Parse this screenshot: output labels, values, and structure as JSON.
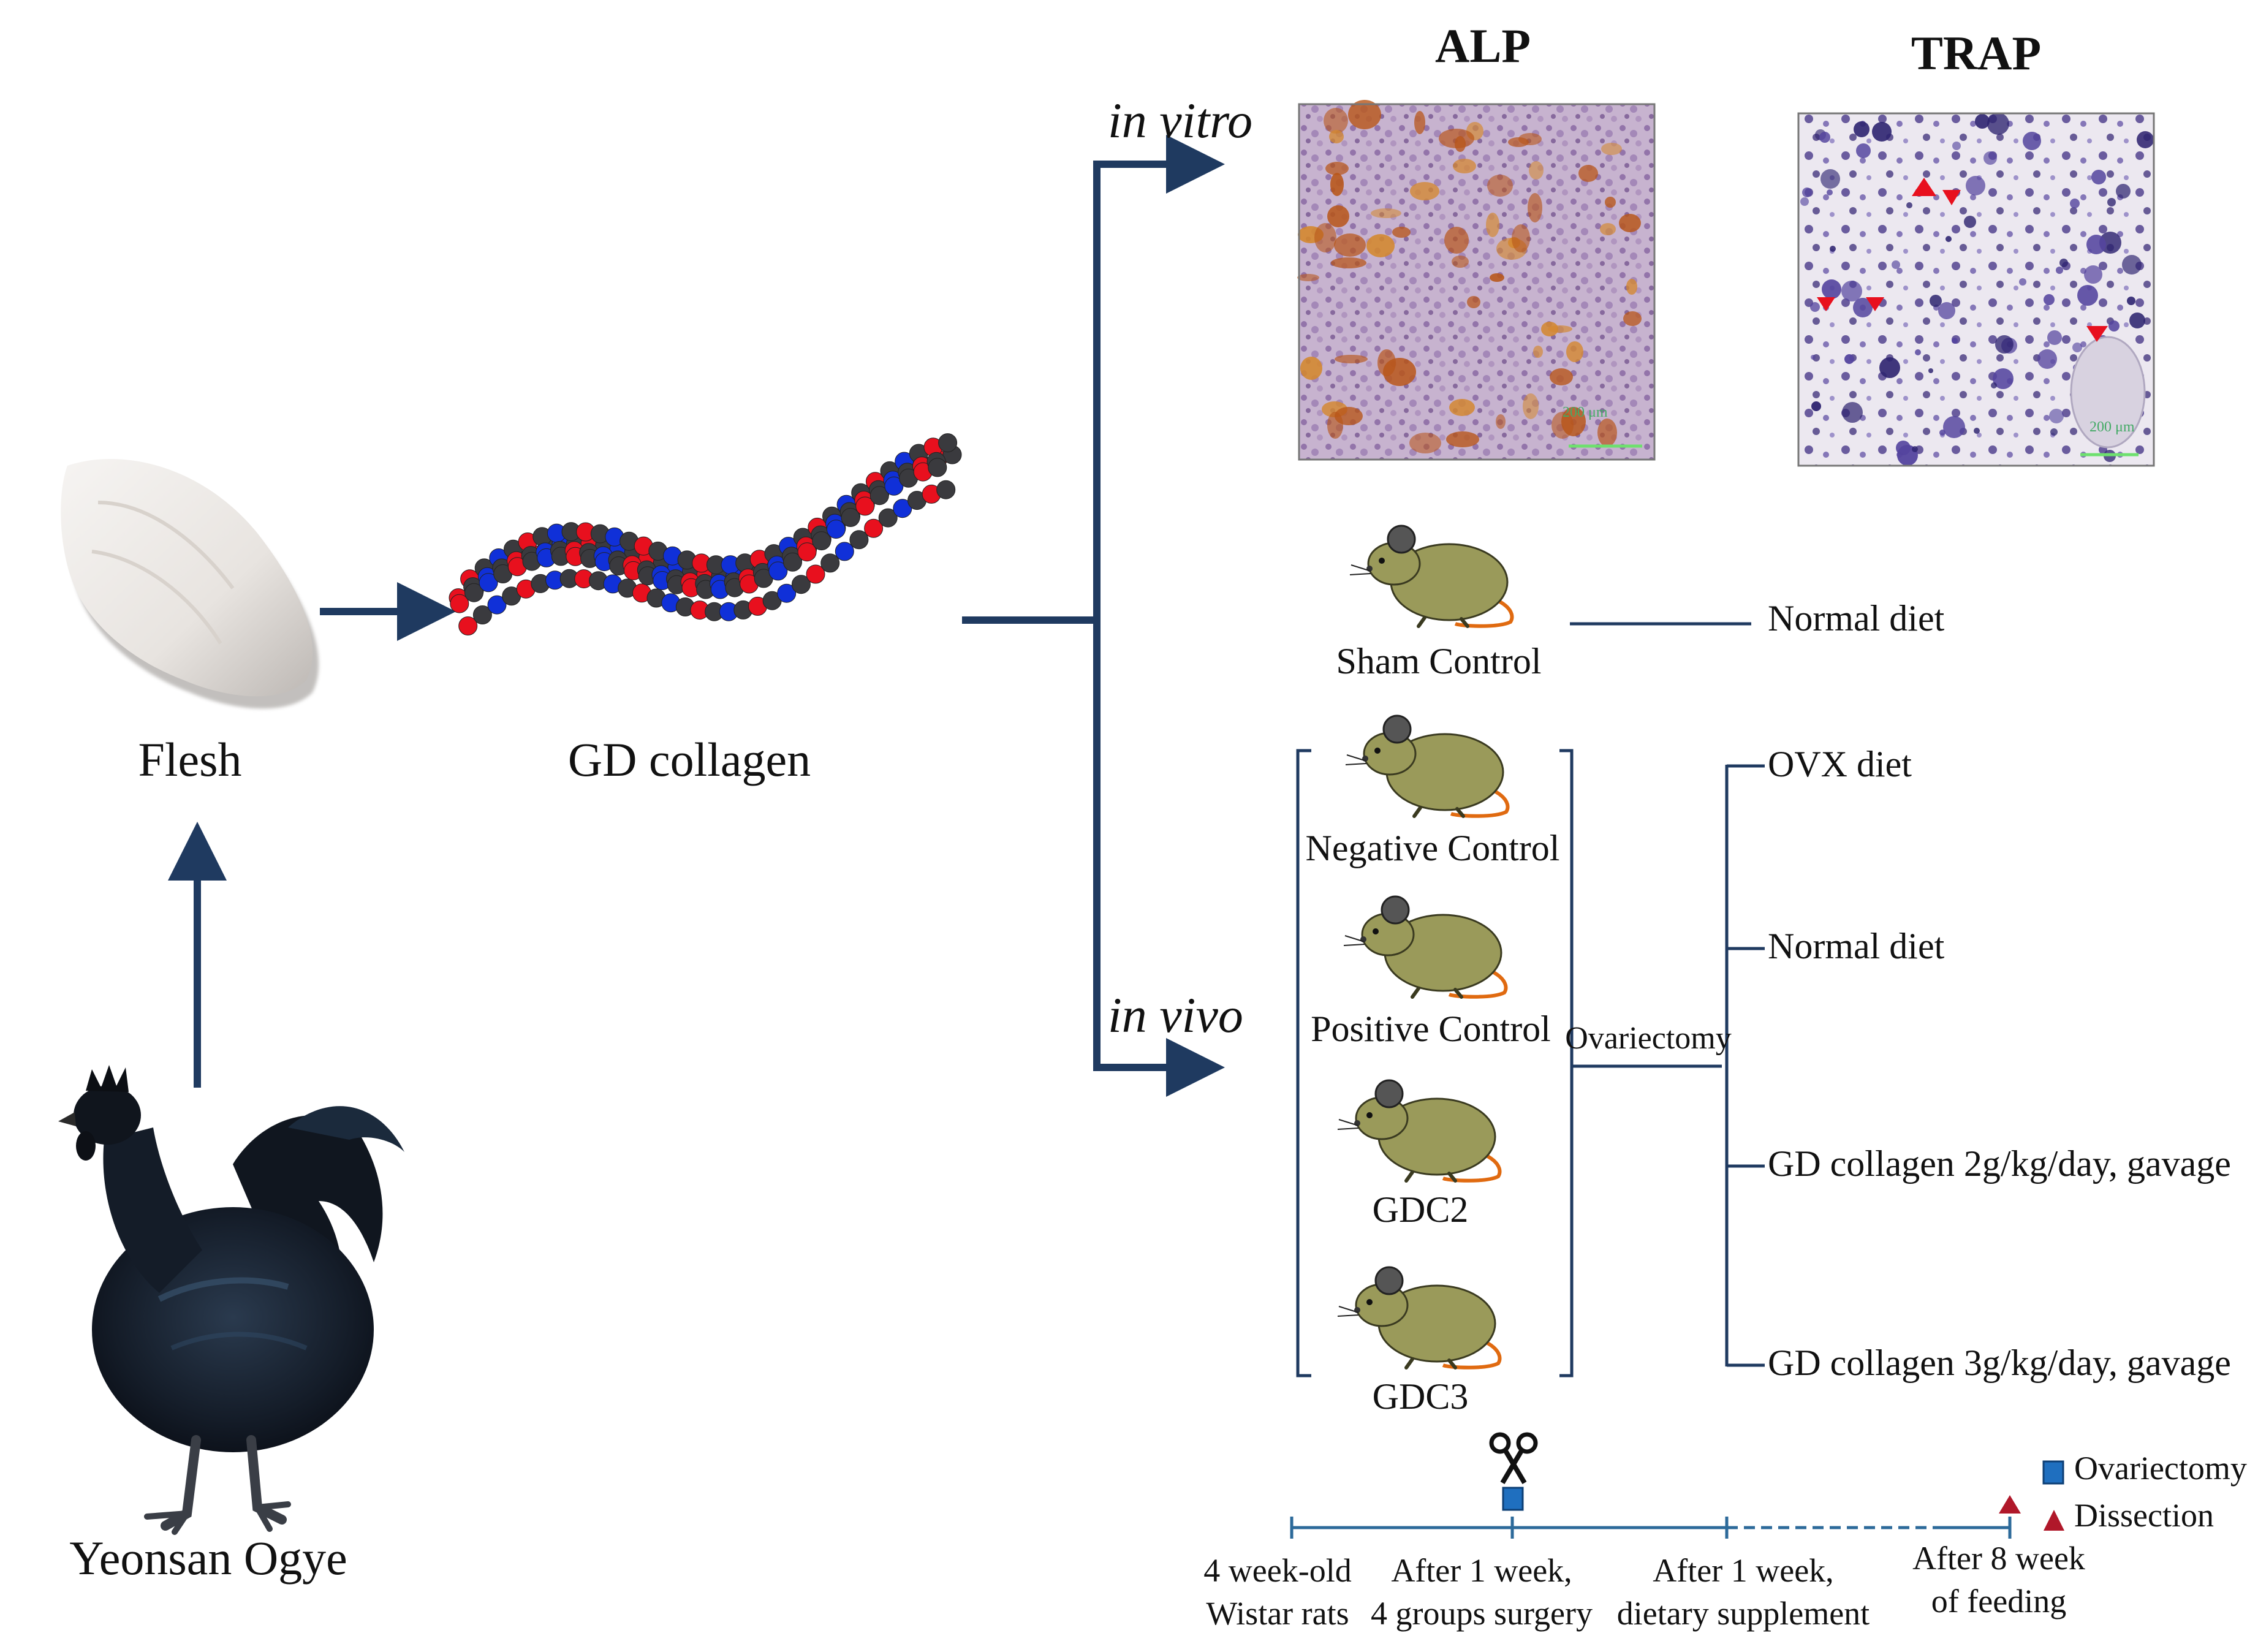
{
  "source": {
    "rooster_label": "Yeonsan Ogye",
    "flesh_label": "Flesh",
    "collagen_label": "GD collagen"
  },
  "branches": {
    "in_vitro": "in vitro",
    "in_vivo": "in vivo"
  },
  "in_vitro": {
    "alp_title": "ALP",
    "trap_title": "TRAP",
    "alp_scale": "200 μm",
    "trap_scale": "200 μm"
  },
  "in_vivo": {
    "sham_group": "Sham Control",
    "sham_diet": "Normal diet",
    "groups": [
      "Negative Control",
      "Positive Control",
      "GDC2",
      "GDC3"
    ],
    "procedure": "Ovariectomy",
    "diets": [
      "OVX diet",
      "Normal diet",
      "GD collagen 2g/kg/day, gavage",
      "GD collagen 3g/kg/day, gavage"
    ]
  },
  "timeline": {
    "steps": [
      [
        "4 week-old",
        "Wistar rats"
      ],
      [
        "After 1 week,",
        "4 groups surgery"
      ],
      [
        "After 1 week,",
        "dietary supplement"
      ],
      [
        "After 8 week",
        "of feeding"
      ]
    ],
    "legend": {
      "ovariectomy": "Ovariectomy",
      "dissection": "Dissection"
    }
  },
  "colors": {
    "arrow_navy": "#1f3a60",
    "collagen_red": "#e8101e",
    "collagen_blue": "#1030d8",
    "collagen_gray": "#3a3a3e",
    "rat_body": "#9a9a5a",
    "rat_tail": "#e06a10",
    "timeline_blue": "#2c6a9a",
    "ovx_square": "#1f6fbf",
    "dissection_triangle": "#b0182a"
  }
}
